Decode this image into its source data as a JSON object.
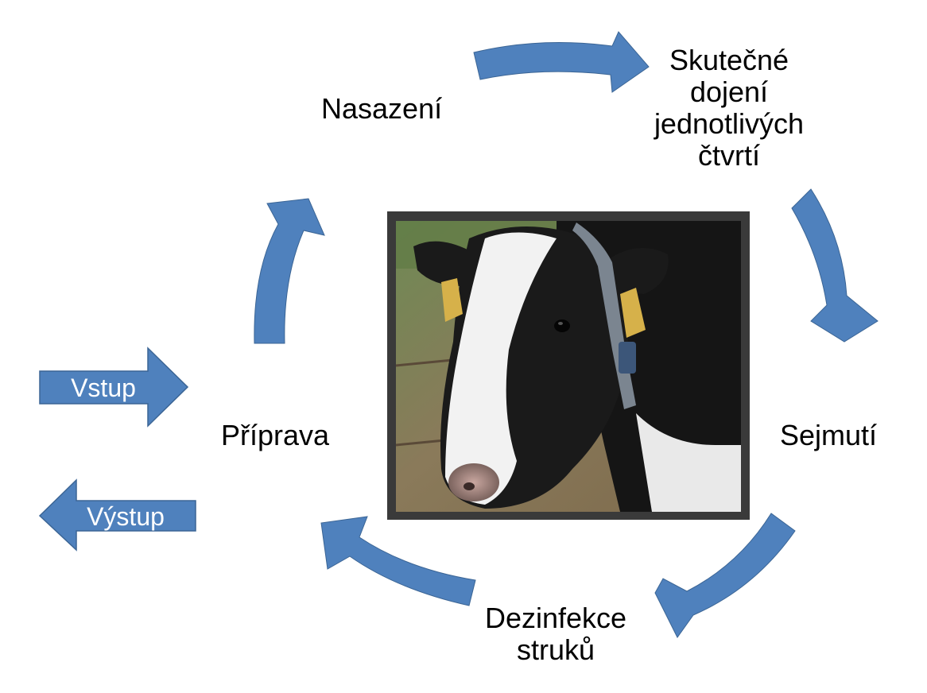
{
  "center_image": {
    "icon": "holstein-cow-head-photo",
    "description_visible": ""
  },
  "cycle": {
    "steps": [
      {
        "id": "priprava",
        "label": "Příprava"
      },
      {
        "id": "nasazeni",
        "label": "Nasazení"
      },
      {
        "id": "dojeni",
        "lines": [
          "Skutečné",
          "dojení",
          "jednotlivých",
          "čtvrtí"
        ]
      },
      {
        "id": "sejmuti",
        "label": "Sejmutí"
      },
      {
        "id": "dezinfekce",
        "lines": [
          "Dezinfekce",
          "struků"
        ]
      }
    ]
  },
  "io": {
    "input_label": "Vstup",
    "output_label": "Výstup"
  },
  "colors": {
    "arrow_fill": "#4f81bd",
    "arrow_stroke": "#3b6595",
    "photo_frame": "#3a3a3a",
    "text": "#000000",
    "io_text": "#ffffff"
  }
}
